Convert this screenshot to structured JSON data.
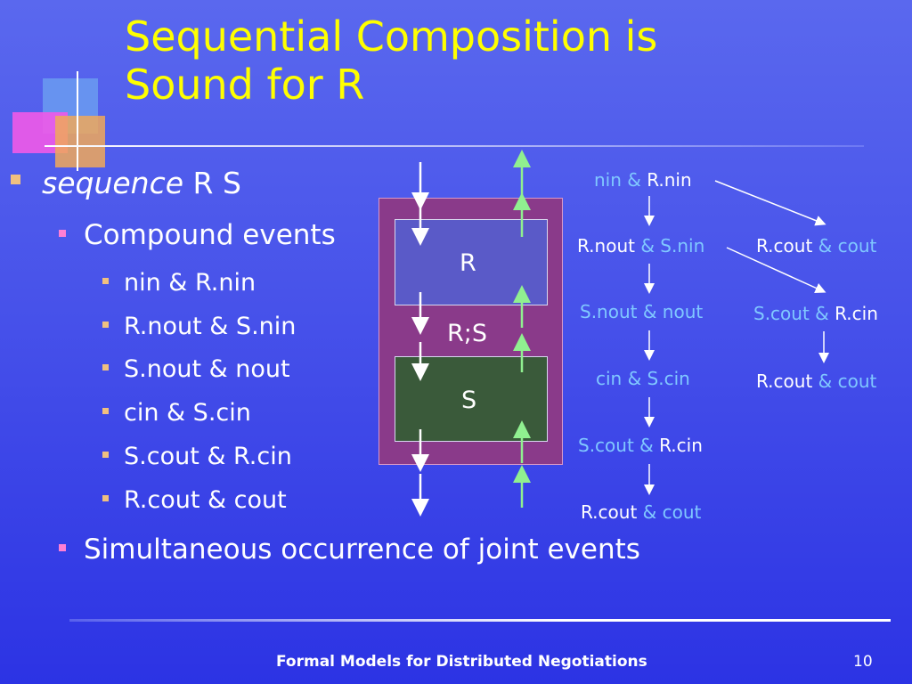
{
  "slide": {
    "title_line1": "Sequential Composition is",
    "title_line2": "Sound for R",
    "bullets": {
      "l1_italic": "sequence",
      "l1_rest": " R S",
      "l2a": "Compound events",
      "l3": [
        "nin & R.nin",
        "R.nout & S.nin",
        "S.nout & nout",
        "cin & S.cin",
        "S.cout & R.cin",
        "R.cout & cout"
      ],
      "l2b": "Simultaneous occurrence of joint events"
    },
    "diagram": {
      "box_r": "R",
      "box_rs": "R;S",
      "box_s": "S"
    },
    "events": {
      "e1_a": "nin & ",
      "e1_b": "R.nin",
      "e2_a": "R.nout",
      "e2_b": " & S.nin",
      "e3": "S.nout & nout",
      "e4": "cin & S.cin",
      "e5_a": "S.cout & ",
      "e5_b": "R.cin",
      "e6_a": "R.cout",
      "e6_b": " & cout",
      "r1_a": "R.cout",
      "r1_b": " & cout",
      "r2_a": "S.cout & ",
      "r2_b": "R.cin",
      "r3_a": "R.cout",
      "r3_b": " & cout"
    },
    "footer": "Formal Models for Distributed Negotiations",
    "page_number": "10"
  },
  "colors": {
    "title": "#ffff00",
    "text": "#ffffff",
    "event_highlight": "#80c8ff",
    "arrow_up": "#90f090"
  }
}
